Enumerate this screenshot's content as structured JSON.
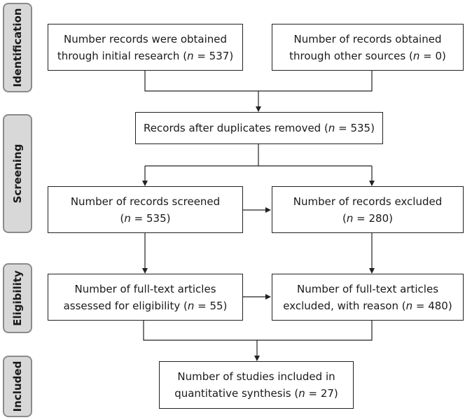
{
  "phases": {
    "identification": "Identification",
    "screening": "Screening",
    "eligibility": "Eligibility",
    "included": "Included"
  },
  "boxes": {
    "initial_research": {
      "line1": "Number records were obtained",
      "line2_pre": "through initial research (",
      "n": "n",
      "line2_post": " = 537)"
    },
    "other_sources": {
      "line1": "Number of records obtained",
      "line2_pre": "through other sources (",
      "n": "n",
      "line2_post": " = 0)"
    },
    "duplicates_removed": {
      "line1_pre": "Records after duplicates removed (",
      "n": "n",
      "line1_post": " = 535)"
    },
    "records_screened": {
      "line1": "Number of records screened",
      "line2_pre": "(",
      "n": "n",
      "line2_post": " = 535)"
    },
    "records_excluded": {
      "line1": "Number of records excluded",
      "line2_pre": "(",
      "n": "n",
      "line2_post": " = 280)"
    },
    "fulltext_assessed": {
      "line1": "Number of full-text articles",
      "line2_pre": "assessed for eligibility (",
      "n": "n",
      "line2_post": " = 55)"
    },
    "fulltext_excluded": {
      "line1": "Number of full-text articles",
      "line2_pre": "excluded, with reason (",
      "n": "n",
      "line2_post": " = 480)"
    },
    "studies_included": {
      "line1": "Number of studies included in",
      "line2_pre": "quantitative synthesis (",
      "n": "n",
      "line2_post": " = 27)"
    }
  }
}
